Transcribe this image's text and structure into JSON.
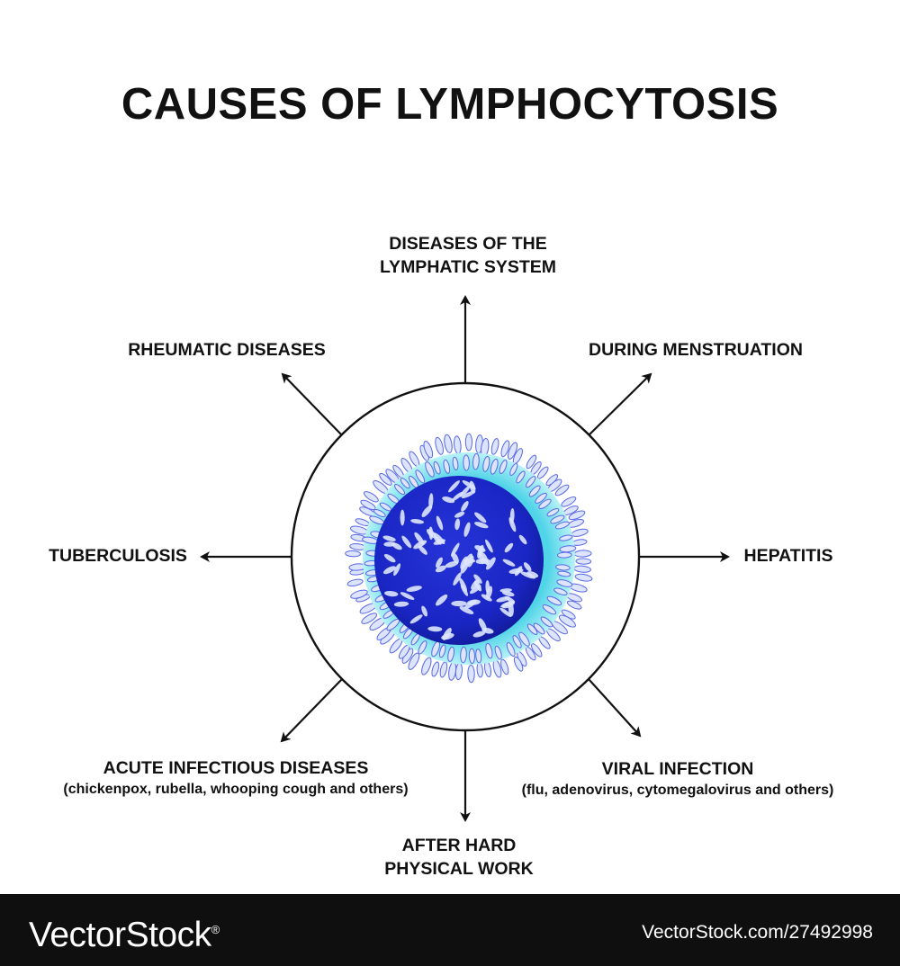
{
  "title": "CAUSES OF LYMPHOCYTOSIS",
  "center": {
    "name": "lymphocyte",
    "colors": {
      "nucleus": "#1a26c8",
      "cytoplasm": "#6fe0e8",
      "granule": "#dce4ff",
      "villi": "#9aa6f4",
      "ring": "#111111"
    }
  },
  "causes": {
    "top": {
      "line1": "DISEASES OF THE",
      "line2": "LYMPHATIC SYSTEM"
    },
    "top_right": {
      "line1": "DURING MENSTRUATION"
    },
    "right": {
      "line1": "HEPATITIS"
    },
    "bottom_right": {
      "line1": "VIRAL INFECTION",
      "detail": "(flu, adenovirus, cytomegalovirus and others)"
    },
    "bottom": {
      "line1": "AFTER HARD",
      "line2": "PHYSICAL WORK"
    },
    "bottom_left": {
      "line1": "ACUTE INFECTIOUS DISEASES",
      "detail": "(chickenpox, rubella, whooping cough and others)"
    },
    "left": {
      "line1": "TUBERCULOSIS"
    },
    "top_left": {
      "line1": "RHEUMATIC DISEASES"
    }
  },
  "footer": {
    "brand": "VectorStock",
    "reg": "®",
    "url": "VectorStock.com/27492998"
  }
}
